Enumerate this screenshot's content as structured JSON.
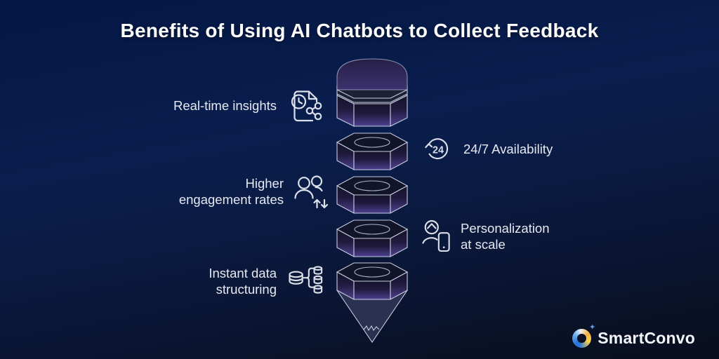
{
  "title": "Benefits of Using AI Chatbots to Collect Feedback",
  "benefits": [
    {
      "label": "Real-time insights",
      "lines": [
        "Real-time insights"
      ],
      "icon": "report-clock-share"
    },
    {
      "label": "24/7 Availability",
      "lines": [
        "24/7 Availability"
      ],
      "badge": "24",
      "icon": "24-hours-cycle"
    },
    {
      "label": "Higher engagement rates",
      "lines": [
        "Higher",
        "engagement rates"
      ],
      "icon": "users-up-down-arrows"
    },
    {
      "label": "Personalization at scale",
      "lines": [
        "Personalization",
        "at scale"
      ],
      "icon": "agent-with-device"
    },
    {
      "label": "Instant data structuring",
      "lines": [
        "Instant data",
        "structuring"
      ],
      "icon": "database-branching"
    }
  ],
  "funnel": {
    "segments": 5,
    "shape": "hexagonal-funnel"
  },
  "brand": {
    "name": "SmartConvo"
  },
  "colors": {
    "background_top": "#041745",
    "background_bottom": "#090e1d",
    "title": "#ffffff",
    "label": "#e6e9f2",
    "funnel_outline": "#c6ccdf",
    "funnel_side_purple": "#4d4190",
    "funnel_face_dark": "#12152a",
    "logo_blue": "#2b77d9",
    "logo_orange": "#f4b13e",
    "logo_yellow": "#f7d34a"
  }
}
